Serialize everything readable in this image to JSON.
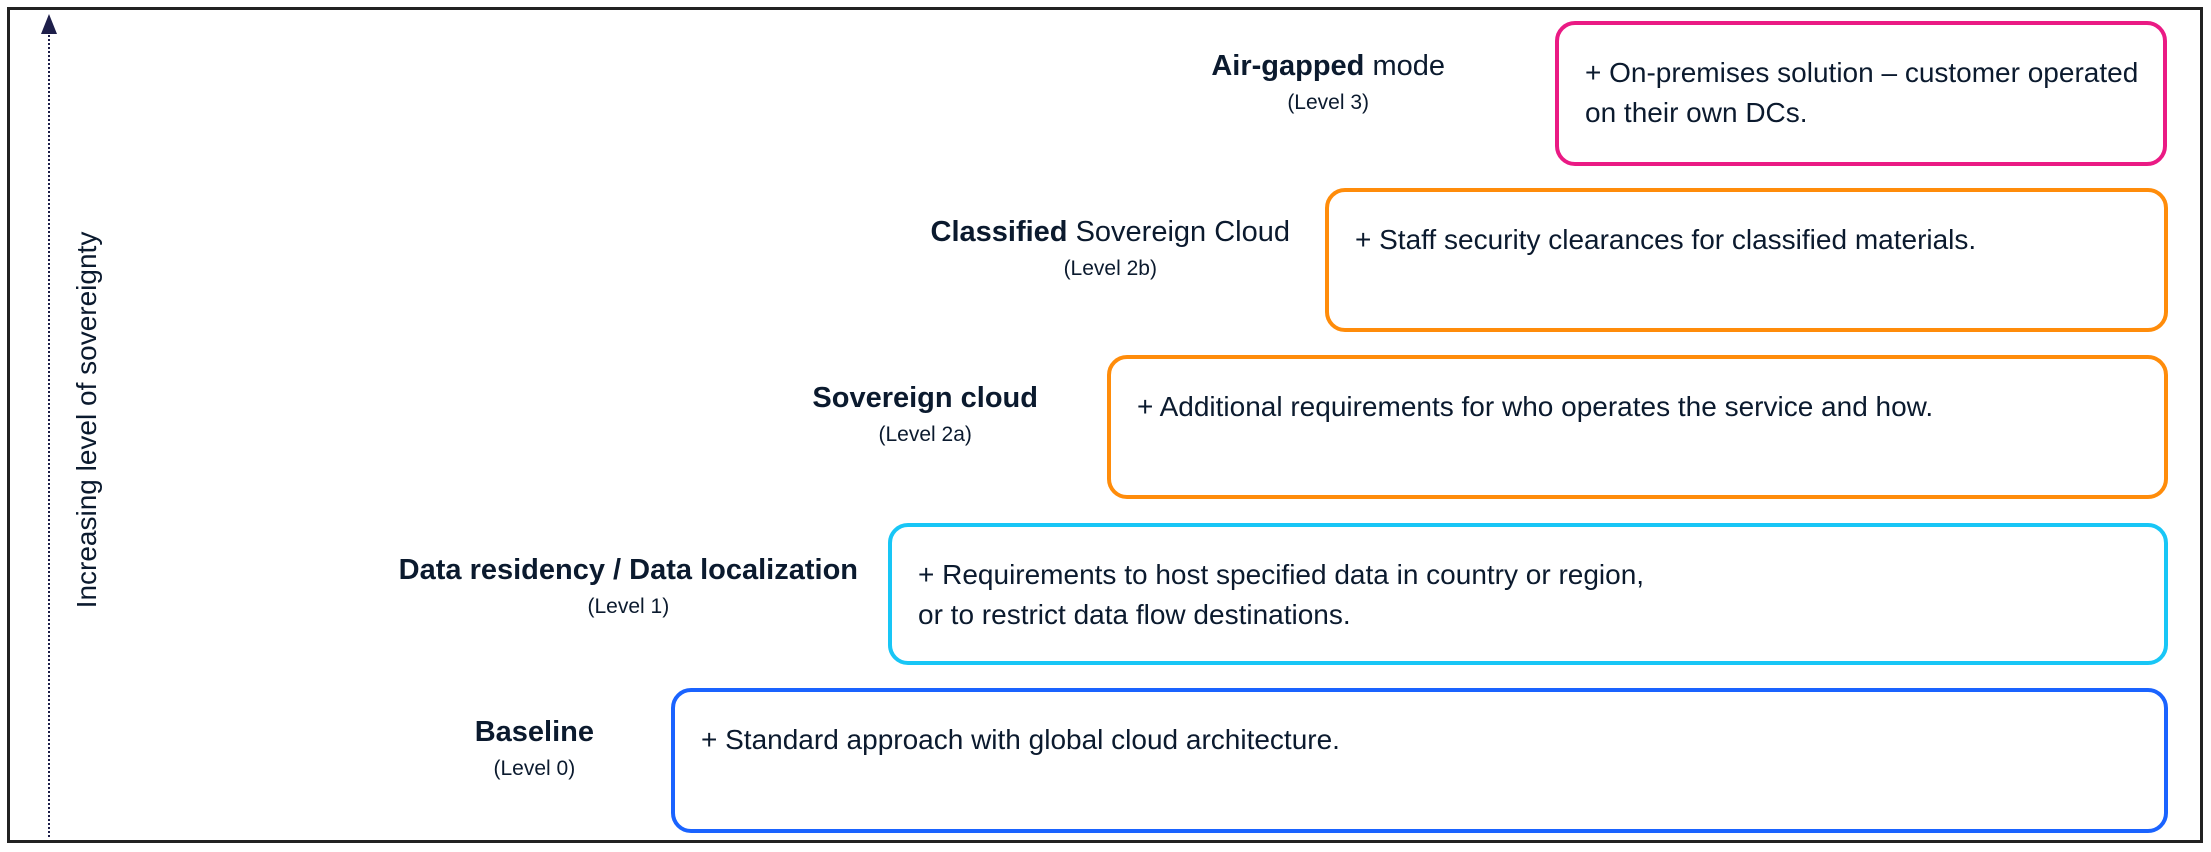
{
  "axis": {
    "label": "Increasing level of sovereignty"
  },
  "levels": [
    {
      "id": "level3",
      "title_bold": "Air-gapped",
      "title_rest": " mode",
      "level": "(Level 3)",
      "description": "+ On-premises solution – customer operated on their own DCs.",
      "color": "#ea1a84"
    },
    {
      "id": "level2b",
      "title_bold": "Classified",
      "title_rest": " Sovereign Cloud",
      "level": "(Level 2b)",
      "description": "+ Staff security clearances for classified materials.",
      "color": "#ff8c0a"
    },
    {
      "id": "level2a",
      "title_bold": "Sovereign cloud",
      "title_rest": "",
      "level": "(Level 2a)",
      "description": "+ Additional requirements for who operates the service and how.",
      "color": "#ff8c0a"
    },
    {
      "id": "level1",
      "title_bold": "Data residency / Data localization",
      "title_rest": "",
      "level": "(Level 1)",
      "description_line1": "+ Requirements to host specified data in country or region,",
      "description_line2": "or to restrict data flow destinations.",
      "color": "#18c6f6"
    },
    {
      "id": "level0",
      "title_bold": "Baseline",
      "title_rest": "",
      "level": "(Level 0)",
      "description": "+ Standard approach with global cloud architecture.",
      "color": "#1a63ff"
    }
  ]
}
